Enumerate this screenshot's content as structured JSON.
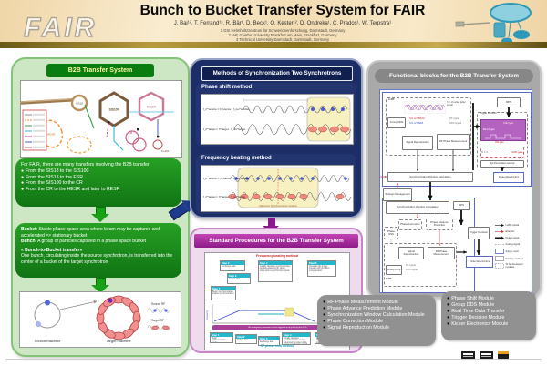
{
  "header": {
    "logo_text": "FAIR",
    "title": "Bunch to Bucket Transfer System for FAIR",
    "authors": "J. Bai¹², T. Ferrand¹³, R. Bär¹,  D. Beck¹,  O. Kester¹², D. Ondreka¹,  C. Prados¹, W. Terpstra¹",
    "affiliations": [
      "1 GSI Helmholtzzentrum für Schwerionenforschung, Darmstadt, Germany",
      "2 IAP, Goethe University Frankfurt am Main, Frankfurt, Germany",
      "3 Technical University Darmstadt, Darmstadt, Germany"
    ]
  },
  "left_panel": {
    "title": "B2B Transfer System",
    "map": {
      "labels": [
        "SIS18",
        "SIS100",
        "SIS300",
        "HESR",
        "CR",
        "FLAIR"
      ]
    },
    "transfers_intro": "For FAIR, there are many transfers involving the B2B transfer",
    "transfers": [
      "From the SIS18 to the SIS100",
      "From the SIS18 to the ESR",
      "From the SIS100 to the CR",
      "From the CR to the HESR and later to RESR"
    ],
    "definitions": {
      "bucket_term": "Bucket",
      "bucket_text": ": Stable phase space area where beam may be captured and accelerated => stationary bucket",
      "bunch_term": "Bunch",
      "bunch_text": ": A group of particles captured in a phase space bucket",
      "b2b_term": "« Bunch-to-Bucket transfer»",
      "b2b_text": "One bunch, circulating inside the source synchrotron, is transferred into the center of a bucket of the target synchrotron"
    },
    "machines": {
      "source_label": "Source machine",
      "target_label": "Target machine",
      "source_rf": "Source RF",
      "target_rf": "Target RF"
    }
  },
  "methods_panel": {
    "title": "Methods of Synchronization Two Synchrotrons",
    "phase_shift": {
      "title": "Phase shift method",
      "formula_source": "f_rf^source = h^source · f_rev^source",
      "formula_target": "f_rf^target = h^target · f_rev^target"
    },
    "frequency_beating": {
      "title": "Frequency beating method",
      "formula_source": "f_rf^source = h^source · f_rev^source",
      "formula_target": "f_rf^target = h^target · f_rev^target",
      "window_label": "Maximum Synchronization window"
    }
  },
  "procedures_panel": {
    "title": "Standard Procedures for the B2B Transfer System",
    "top_label": "Frequency beating method",
    "bottom_label": "RF phase shift method",
    "mps_note": "The emergency extraction can be triggered at any time by the MPS",
    "axis_time": "time",
    "axis_frequency": "Frequency",
    "steps": [
      {
        "label": "Step 1",
        "text": "Begin synchronization, coarse synchronization"
      },
      {
        "label": "Step 2",
        "text": "Collect data"
      },
      {
        "label": "Step 3",
        "text": "Exchange data"
      },
      {
        "label": "Step 4",
        "text": "Locally calculate synchronization window advanced by kicker delay and re-synchronize signal"
      },
      {
        "label": "Step 5",
        "text": "Generate the trigger impulse with the delay compensation"
      }
    ],
    "modules": [
      "RF Phase Measurement Module",
      "Phase Advance Prediction Module",
      "Synchronization Window Calculation Module",
      "Phase Correction Module",
      "Signal Reproduction Module"
    ]
  },
  "functional_panel": {
    "title": "Functional blocks for the B2B Transfer System",
    "labels": {
      "llrf": "LLRF",
      "bucket_signal": "h = 1 bucket label signal",
      "group_dds": "Group DDS",
      "h1_sis100": "h=1 of SIS100",
      "h1_sis18": "h=1 of SIS18",
      "rf_signal": "RF signal",
      "dds_signal": "DDS signal",
      "signal_reproduction": "Signal Reproduction",
      "rf_phase_measurement": "RF Phase Measurement",
      "mps": "MPS",
      "trigger_decision": "Trigger Decision",
      "bunch_gap": "Bunch gap",
      "and_gate": "AND gate",
      "or_gate": "OR gate",
      "h1": "h = 1",
      "sync_window": "Synchronization window",
      "sync_window_calc": "Synchronization Window Calculation",
      "settings_management": "Settings Management",
      "kicker_electronics": "Kicker Electronics",
      "phase_correction": "Phase Correction",
      "phase_advance_prediction": "Phase Advance Prediction",
      "phase_shift": "Phase Shift"
    },
    "legend": [
      "LLRF optical",
      "Ethernet",
      "Digital signal",
      "Analog signal",
      "Supply room",
      "Existing modules",
      "To be developed modules"
    ],
    "modules": [
      "Phase Shift Module",
      "Group DDS Module",
      "Real Time Data Transfer",
      "Trigger Decision Module",
      "Kicker Electronics Module"
    ]
  }
}
